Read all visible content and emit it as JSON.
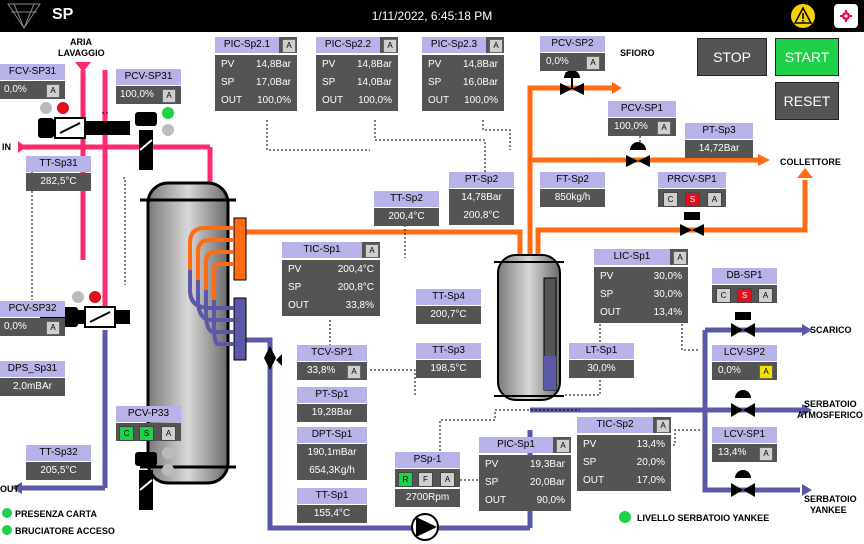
{
  "header": {
    "title": "SP",
    "datetime": "1/11/2022, 6:45:18 PM"
  },
  "buttons": {
    "stop": "STOP",
    "start": "START",
    "reset": "RESET"
  },
  "labels": {
    "aria": "ARIA",
    "lavaggio": "LAVAGGIO",
    "in": "IN",
    "out": "OUT",
    "sfioro": "SFIORO",
    "collettore": "COLLETTORE",
    "scarico": "SCARICO",
    "serb_atm_1": "SERBATOIO",
    "serb_atm_2": "ATMOSFERICO",
    "serb_yan_1": "SERBATOIO",
    "serb_yan_2": "YANKEE",
    "presenza": "PRESENZA CARTA",
    "bruciatore": "BRUCIATORE ACCESO",
    "livello": "LIVELLO SERBATOIO YANKEE"
  },
  "tags": {
    "fcv_sp31": {
      "name": "FCV-SP31",
      "value": "0,0%",
      "mode": "A"
    },
    "pcv_sp31": {
      "name": "PCV-SP31",
      "value": "100,0%",
      "mode": "A"
    },
    "tt_sp31": {
      "name": "TT-Sp31",
      "value": "282,5°C"
    },
    "pcv_sp32": {
      "name": "PCV-SP32",
      "value": "0,0%",
      "mode": "A"
    },
    "dps_sp31": {
      "name": "DPS_Sp31",
      "value": "2,0mBAr"
    },
    "pcv_p33": {
      "name": "PCV-P33",
      "c": "C",
      "s": "S",
      "a": "A"
    },
    "tt_sp32": {
      "name": "TT-Sp32",
      "value": "205,5°C"
    },
    "pcv_sp2": {
      "name": "PCV-SP2",
      "value": "0,0%",
      "mode": "A"
    },
    "pcv_sp1": {
      "name": "PCV-SP1",
      "value": "100,0%",
      "mode": "A"
    },
    "pt_sp3": {
      "name": "PT-Sp3",
      "value": "14,72Bar"
    },
    "pt_sp2": {
      "name": "PT-Sp2",
      "v1": "14,78Bar",
      "v2": "200,8°C"
    },
    "ft_sp2": {
      "name": "FT-Sp2",
      "value": "850kg/h"
    },
    "prcv_sp1": {
      "name": "PRCV-SP1",
      "c": "C",
      "s": "S",
      "a": "A"
    },
    "tt_sp2": {
      "name": "TT-Sp2",
      "value": "200,4°C"
    },
    "tt_sp4": {
      "name": "TT-Sp4",
      "value": "200,7°C"
    },
    "tt_sp3": {
      "name": "TT-Sp3",
      "value": "198,5°C"
    },
    "lt_sp1": {
      "name": "LT-Sp1",
      "value": "30,0%"
    },
    "db_sp1": {
      "name": "DB-SP1",
      "c": "C",
      "s": "S",
      "a": "A"
    },
    "lcv_sp2": {
      "name": "LCV-SP2",
      "value": "0,0%",
      "mode": "A"
    },
    "lcv_sp1": {
      "name": "LCV-SP1",
      "value": "13,4%",
      "mode": "A"
    },
    "tcv_sp1": {
      "name": "TCV-SP1",
      "value": "33,8%",
      "mode": "A"
    },
    "pt_sp1": {
      "name": "PT-Sp1",
      "value": "19,28Bar"
    },
    "dpt_sp1": {
      "name": "DPT-Sp1",
      "v1": "190,1mBar",
      "v2": "654,3Kg/h"
    },
    "tt_sp1": {
      "name": "TT-Sp1",
      "value": "155,4°C"
    },
    "psp1": {
      "name": "PSp-1",
      "r": "R",
      "f": "F",
      "a": "A",
      "value": "2700Rpm"
    }
  },
  "pid": {
    "pic_sp21": {
      "name": "PIC-Sp2.1",
      "mode": "A",
      "pv": "14,8Bar",
      "sp": "17,0Bar",
      "out": "100,0%"
    },
    "pic_sp22": {
      "name": "PIC-Sp2.2",
      "mode": "A",
      "pv": "14,8Bar",
      "sp": "14,0Bar",
      "out": "100,0%"
    },
    "pic_sp23": {
      "name": "PIC-Sp2.3",
      "mode": "A",
      "pv": "14,8Bar",
      "sp": "16,0Bar",
      "out": "100,0%"
    },
    "tic_sp1": {
      "name": "TIC-Sp1",
      "mode": "A",
      "pv": "200,4°C",
      "sp": "200,8°C",
      "out": "33,8%"
    },
    "lic_sp1": {
      "name": "LIC-Sp1",
      "mode": "A",
      "pv": "30,0%",
      "sp": "30,0%",
      "out": "13,4%"
    },
    "pic_sp1": {
      "name": "PIC-Sp1",
      "mode": "A",
      "pv": "19,3Bar",
      "sp": "20,0Bar",
      "out": "90,0%"
    },
    "tic_sp2": {
      "name": "TIC-Sp2",
      "mode": "A",
      "pv": "13,4%",
      "sp": "20,0%",
      "out": "17,0%"
    }
  },
  "rowkeys": {
    "pv": "PV",
    "sp": "SP",
    "out": "OUT"
  },
  "colors": {
    "steam": "#ff6a13",
    "water": "#5b58a8",
    "air": "#ff2a6d",
    "label": "#b7b3e8",
    "start": "#1fd14a"
  }
}
